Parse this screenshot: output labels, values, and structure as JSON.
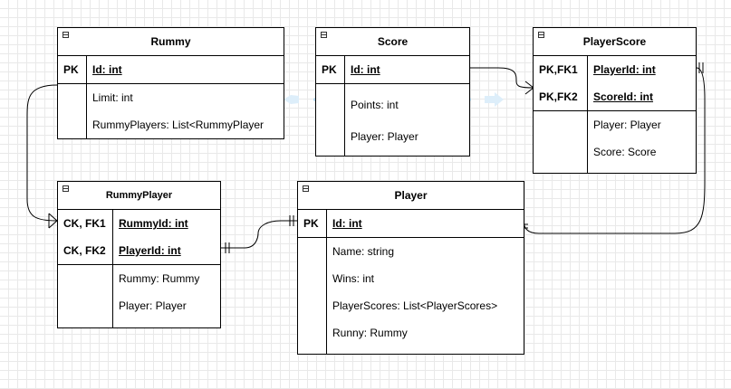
{
  "entities": {
    "rummy": {
      "title": "Rummy",
      "keys": [
        {
          "key": "PK",
          "field": "Id: int"
        }
      ],
      "attributes": [
        "Limit: int",
        "RummyPlayers: List<RummyPlayer"
      ]
    },
    "score": {
      "title": "Score",
      "keys": [
        {
          "key": "PK",
          "field": "Id: int"
        }
      ],
      "attributes": [
        "Points: int",
        "Player: Player"
      ]
    },
    "player_score": {
      "title": "PlayerScore",
      "keys": [
        {
          "key": "PK,FK1",
          "field": "PlayerId: int"
        },
        {
          "key": "PK,FK2",
          "field": "ScoreId: int"
        }
      ],
      "attributes": [
        "Player: Player",
        "Score: Score"
      ]
    },
    "rummy_player": {
      "title": "RummyPlayer",
      "keys": [
        {
          "key": "CK, FK1",
          "field": "RummyId: int"
        },
        {
          "key": "CK, FK2",
          "field": "PlayerId: int"
        }
      ],
      "attributes": [
        "Rummy: Rummy",
        "Player: Player"
      ]
    },
    "player": {
      "title": "Player",
      "keys": [
        {
          "key": "PK",
          "field": "Id: int"
        }
      ],
      "attributes": [
        "Name: string",
        "Wins: int",
        "PlayerScores: List<PlayerScores>",
        "Runny: Rummy"
      ]
    }
  },
  "relationships": [
    {
      "from": "Rummy.Id",
      "to": "RummyPlayer.RummyId",
      "from_end": "none",
      "to_end": "crows-foot"
    },
    {
      "from": "RummyPlayer.PlayerId",
      "to": "Player.Id",
      "from_end": "mandatory-one",
      "to_end": "mandatory-one"
    },
    {
      "from": "Score.Id",
      "to": "PlayerScore.ScoreId",
      "from_end": "none",
      "to_end": "crows-foot"
    },
    {
      "from": "Player.Id",
      "to": "PlayerScore.PlayerId",
      "from_end": "mandatory-one",
      "to_end": "mandatory-one"
    }
  ],
  "colors": {
    "line": "#000000",
    "grid": "#e9e9e9",
    "hint_arrow": "#ddeefa"
  }
}
